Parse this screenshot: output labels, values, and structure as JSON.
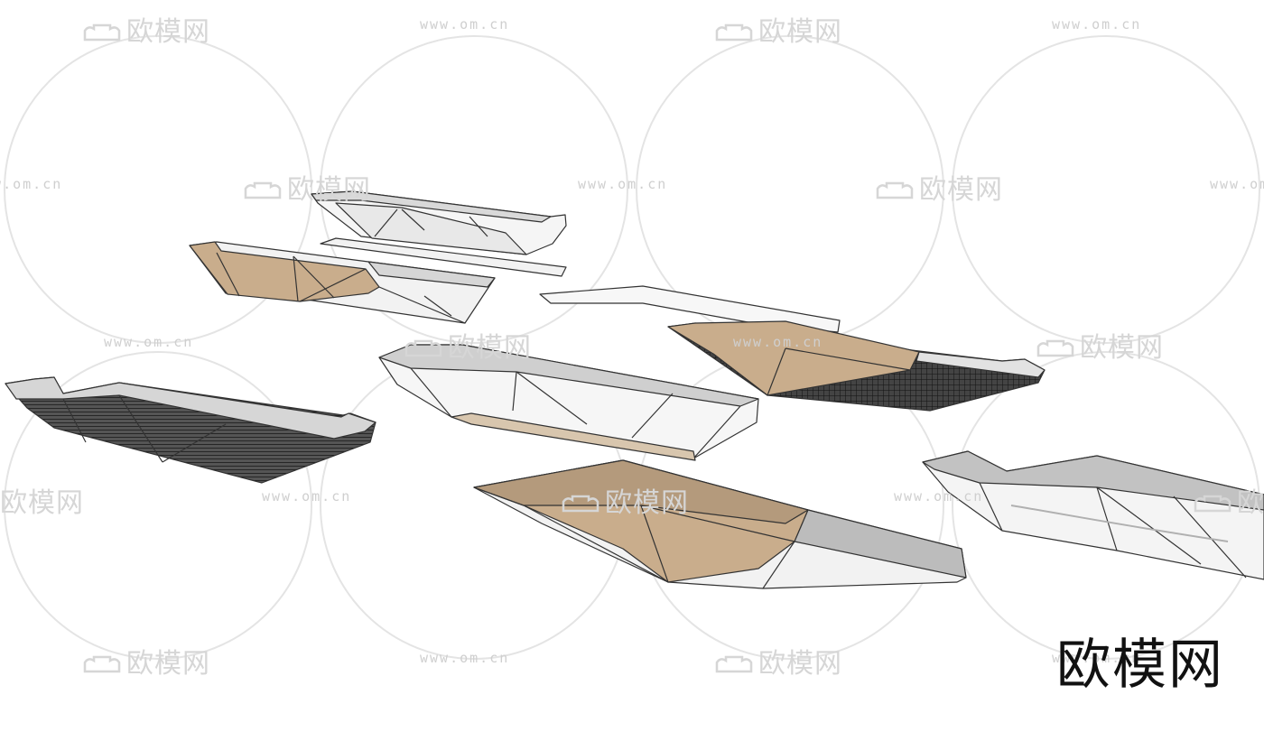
{
  "watermark": {
    "brand": "欧模网",
    "url": "www.om.cn",
    "logo_icon": "sofa-icon"
  },
  "brand_mark": "欧模网",
  "colors": {
    "wood": "#c9ad8c",
    "marble": "#f4f4f4",
    "stone_gray": "#b5b5b5",
    "slat_dark": "#2b2b2b",
    "edge": "#333333"
  }
}
